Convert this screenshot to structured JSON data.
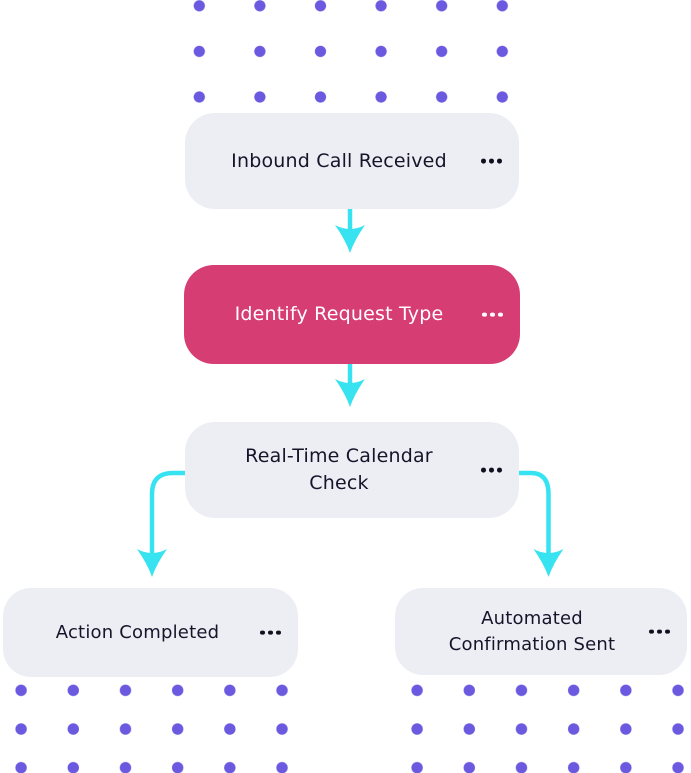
{
  "colors": {
    "node_bg_light": "#eceef4",
    "node_bg_accent": "#d63d72",
    "node_text_dark": "#15152a",
    "node_text_light": "#ffffff",
    "connector_cyan": "#38e3f1",
    "dot_purple": "#6b59e0",
    "ellipsis_dark": "#10101f"
  },
  "flowchart": {
    "nodes": [
      {
        "label": "Inbound Call Received"
      },
      {
        "label": "Identify Request Type"
      },
      {
        "label": "Real-Time Calendar Check"
      },
      {
        "label": "Action Completed"
      },
      {
        "label": "Automated Confirmation Sent"
      }
    ],
    "menu_icon": "more-options-ellipsis"
  }
}
